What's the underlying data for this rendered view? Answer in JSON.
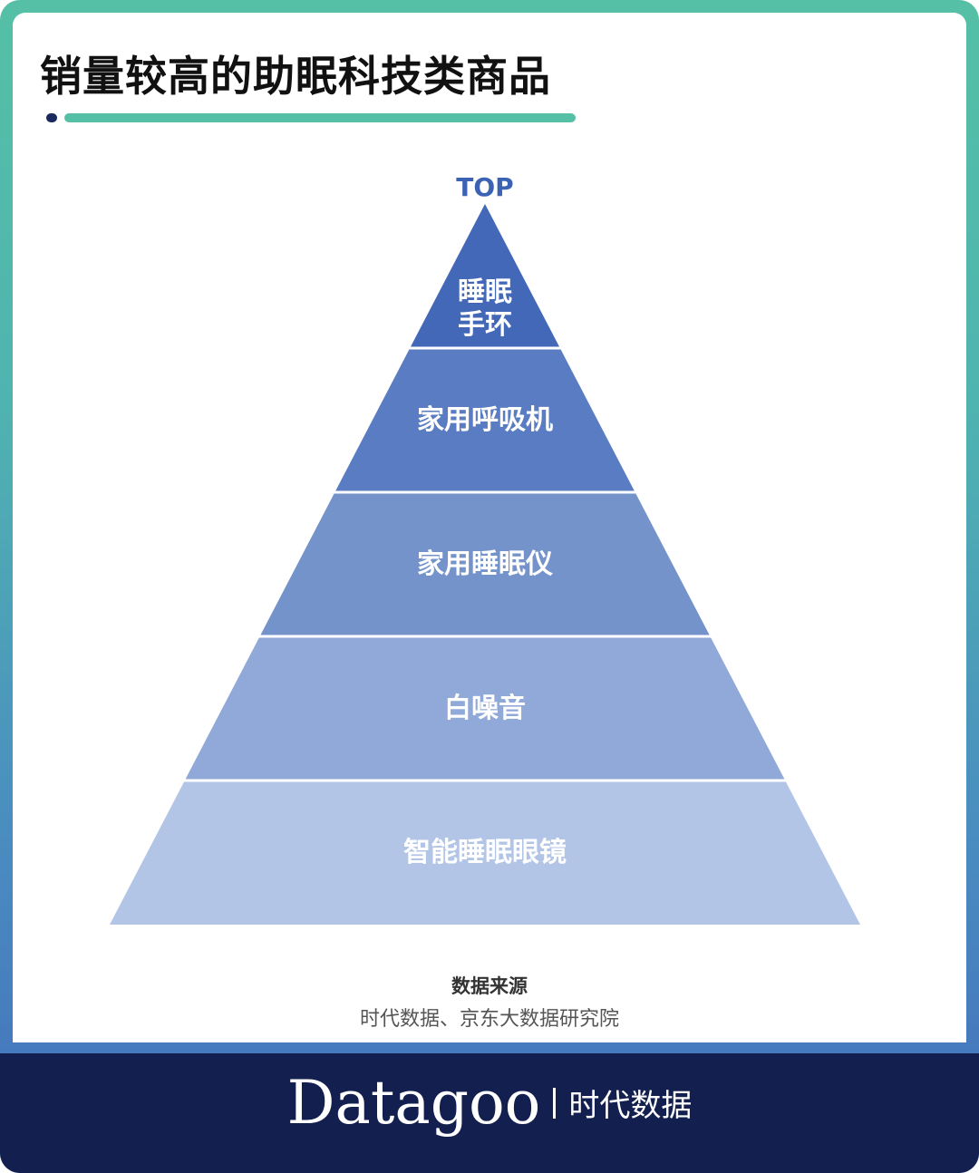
{
  "title": "销量较高的助眠科技类商品",
  "pyramid": {
    "top_label": "TOP",
    "levels": [
      {
        "label": "睡眠\n手环",
        "color": "#4468b8"
      },
      {
        "label": "家用呼吸机",
        "color": "#5a7cc2"
      },
      {
        "label": "家用睡眠仪",
        "color": "#7493cb"
      },
      {
        "label": "白噪音",
        "color": "#90a9d8"
      },
      {
        "label": "智能睡眠眼镜",
        "color": "#b3c5e6"
      }
    ]
  },
  "source": {
    "heading": "数据来源",
    "text": "时代数据、京东大数据研究院"
  },
  "footer": {
    "logo_en": "Datagoo",
    "logo_cn": "时代数据"
  }
}
